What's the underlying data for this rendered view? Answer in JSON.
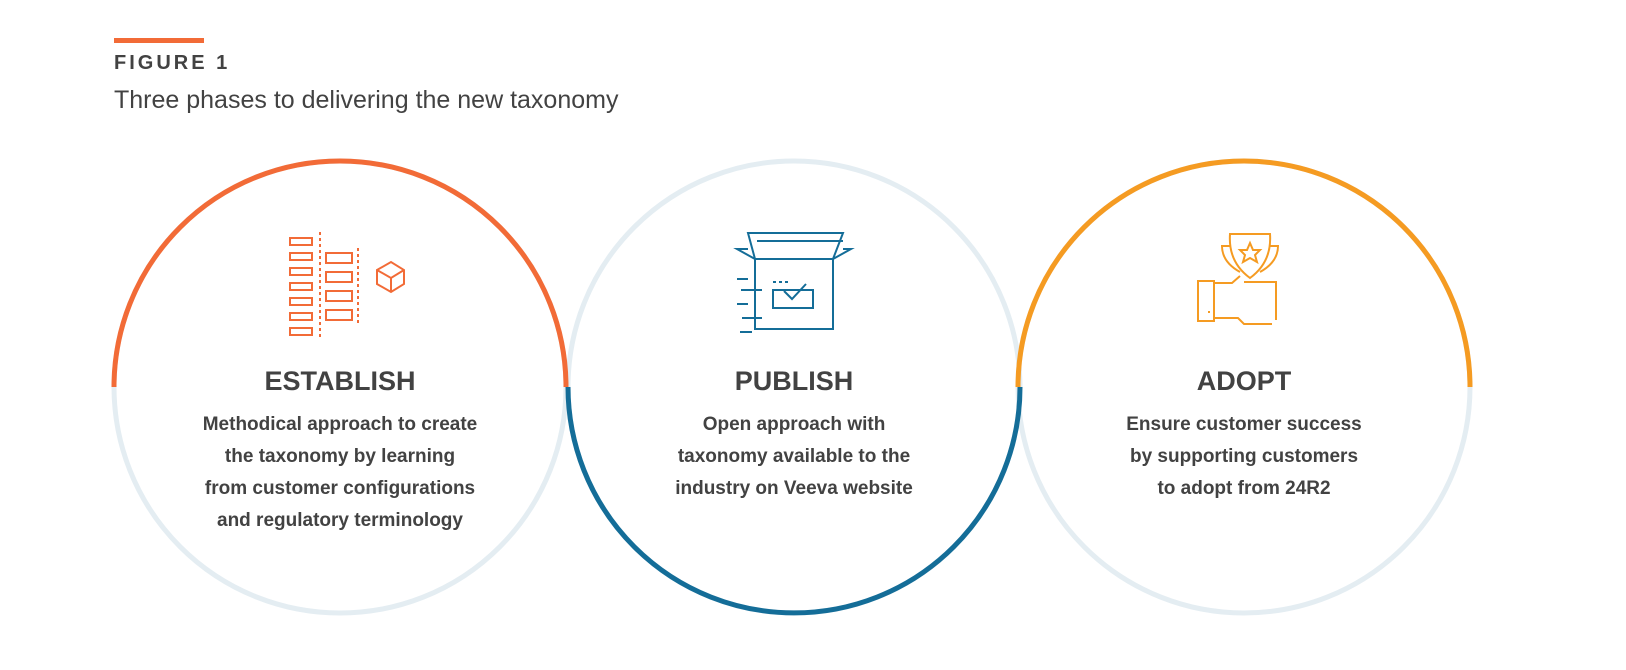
{
  "figure": {
    "label": "FIGURE 1",
    "title": "Three phases to delivering the new taxonomy"
  },
  "colors": {
    "establish": "#f26b37",
    "publish": "#146d98",
    "adopt": "#f59b22",
    "ring": "#e4edf2"
  },
  "phases": [
    {
      "title": "ESTABLISH",
      "lines": [
        "Methodical approach to create",
        "the taxonomy by learning",
        "from customer configurations",
        "and regulatory terminology"
      ],
      "icon": "taxonomy-structure-icon"
    },
    {
      "title": "PUBLISH",
      "lines": [
        "Open approach with",
        "taxonomy available to the",
        "industry on Veeva website"
      ],
      "icon": "open-box-icon"
    },
    {
      "title": "ADOPT",
      "lines": [
        "Ensure customer success",
        "by supporting customers",
        "to adopt from 24R2"
      ],
      "icon": "trophy-hand-icon"
    }
  ]
}
